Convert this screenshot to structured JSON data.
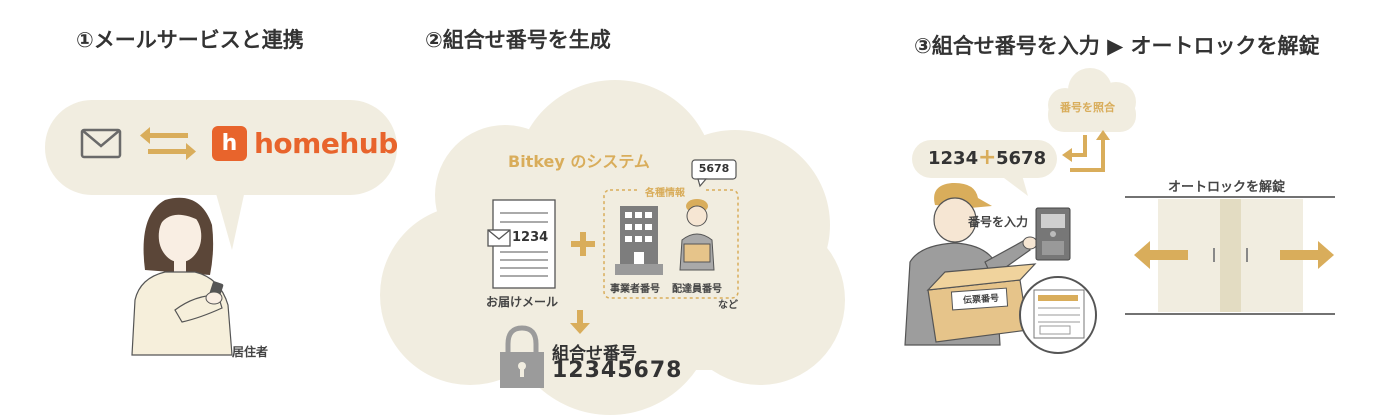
{
  "steps": {
    "s1": "①メールサービスと連携",
    "s2": "②組合せ番号を生成",
    "s3": "③組合せ番号を入力 ▶ オートロックを解錠"
  },
  "step1": {
    "logo_icon_char": "h",
    "brand": "homehub",
    "resident": "居住者"
  },
  "step2": {
    "system": "Bitkey のシステム",
    "mail_number": "1234",
    "mail_label": "お届けメール",
    "info_group": "各種情報",
    "badge_number": "5678",
    "business_label": "事業者番号",
    "courier_label": "配達員番号",
    "etc": "など",
    "combo_title": "組合せ番号",
    "combo_number": "12345678"
  },
  "step3": {
    "verify": "番号を照合",
    "input_a": "1234",
    "plus": "+",
    "input_b": "5678",
    "enter": "番号を入力",
    "slip": "伝票番号",
    "unlock": "オートロックを解錠"
  },
  "colors": {
    "cloud": "#f1ede0",
    "accent": "#d9ad5b",
    "orange": "#e8642c",
    "ink": "#333333"
  },
  "icons": [
    "mail-icon",
    "exchange-arrows-icon",
    "homehub-logo-icon",
    "resident-illustration",
    "document-icon",
    "plus-icon",
    "building-icon",
    "courier-icon",
    "down-arrow-icon",
    "lock-icon",
    "cloud-icon",
    "courier-with-box-illustration",
    "intercom-icon",
    "invoice-icon",
    "sliding-door-icon"
  ]
}
